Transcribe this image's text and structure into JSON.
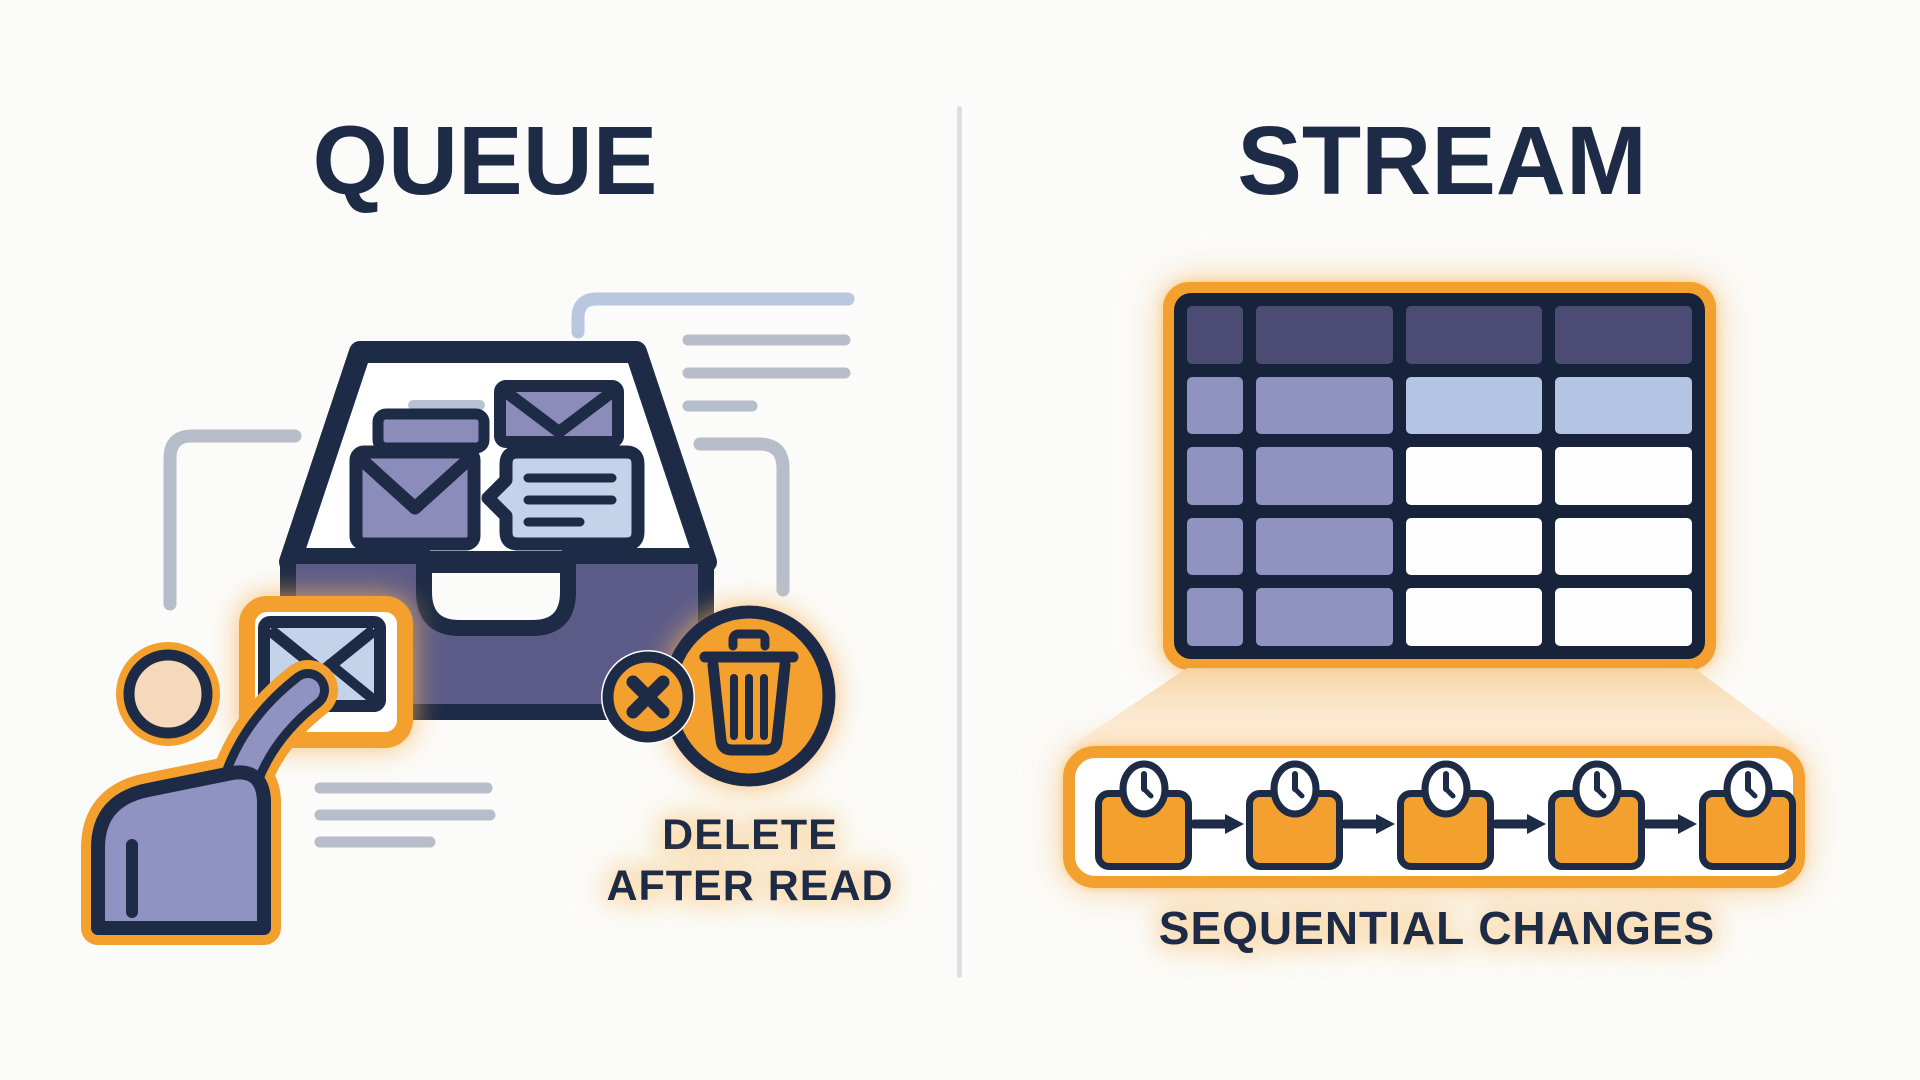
{
  "left_panel": {
    "title": "QUEUE",
    "inbox": {
      "icon": "inbox-tray-icon",
      "contents": [
        "envelope-icon",
        "message-card-icon",
        "envelope-icon",
        "chat-bubble-icon"
      ]
    },
    "person": {
      "icon": "person-icon",
      "action": "taking-message",
      "holding": "envelope-icon"
    },
    "delete_badge": {
      "icons": [
        "x-circle-icon",
        "trash-can-icon"
      ],
      "caption_line1": "DELETE",
      "caption_line2": "AFTER READ"
    }
  },
  "right_panel": {
    "title": "STREAM",
    "table": {
      "rows": 5,
      "columns": 4,
      "cell_colors": [
        [
          "dark",
          "dark",
          "dark",
          "dark"
        ],
        [
          "mid",
          "mid",
          "blue",
          "blue"
        ],
        [
          "mid",
          "mid",
          "white",
          "white"
        ],
        [
          "mid",
          "mid",
          "white",
          "white"
        ],
        [
          "mid",
          "mid",
          "white",
          "white"
        ]
      ]
    },
    "timeline": {
      "events": 5,
      "event_icon": "clock-icon",
      "connector": "arrow-right-icon"
    },
    "caption": "SEQUENTIAL CHANGES"
  },
  "theme": {
    "navy": "#1d2b46",
    "orange": "#f3a02f",
    "purple_mid": "#8c8cbb",
    "purple_tray": "#5c5b88",
    "purple_body": "#9092c1",
    "blue_light": "#c3d3ea",
    "skin": "#f6d8bd",
    "gray_line": "#b8bec9",
    "blue_gray_line": "#b9c7e0",
    "divider": "#dbdfe6",
    "table_dark": "#4b4b74",
    "table_mid": "#9092bf",
    "table_blue": "#b3c5e3",
    "white": "#fdfdfe",
    "background": "#fbfbf9",
    "glow": "#f8c47e"
  }
}
